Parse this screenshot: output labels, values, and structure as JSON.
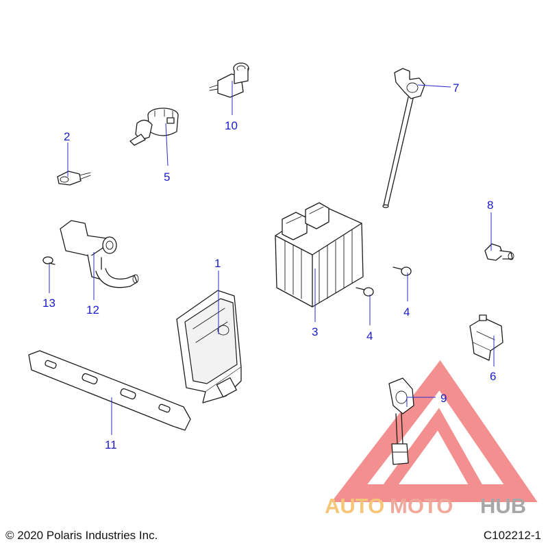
{
  "footer": {
    "copyright": "© 2020 Polaris Industries Inc.",
    "drawing_number": "C102212-1"
  },
  "watermark": {
    "part1": "AUTO",
    "part2": "MOTO",
    "part3": "HUB",
    "color_auto": "#f3b24a",
    "color_moto": "#ee8a7a",
    "color_hub": "#8a8a8a",
    "triangle_color": "#f06a6a"
  },
  "callouts": [
    {
      "id": "c1",
      "label": "1"
    },
    {
      "id": "c2",
      "label": "2"
    },
    {
      "id": "c3",
      "label": "3"
    },
    {
      "id": "c4a",
      "label": "4"
    },
    {
      "id": "c4b",
      "label": "4"
    },
    {
      "id": "c5",
      "label": "5"
    },
    {
      "id": "c6",
      "label": "6"
    },
    {
      "id": "c7",
      "label": "7"
    },
    {
      "id": "c8",
      "label": "8"
    },
    {
      "id": "c9",
      "label": "9"
    },
    {
      "id": "c10",
      "label": "10"
    },
    {
      "id": "c11",
      "label": "11"
    },
    {
      "id": "c12",
      "label": "12"
    },
    {
      "id": "c13",
      "label": "13"
    }
  ],
  "colors": {
    "callout": "#1a1ac8",
    "line_art": "#1a1a1a"
  }
}
